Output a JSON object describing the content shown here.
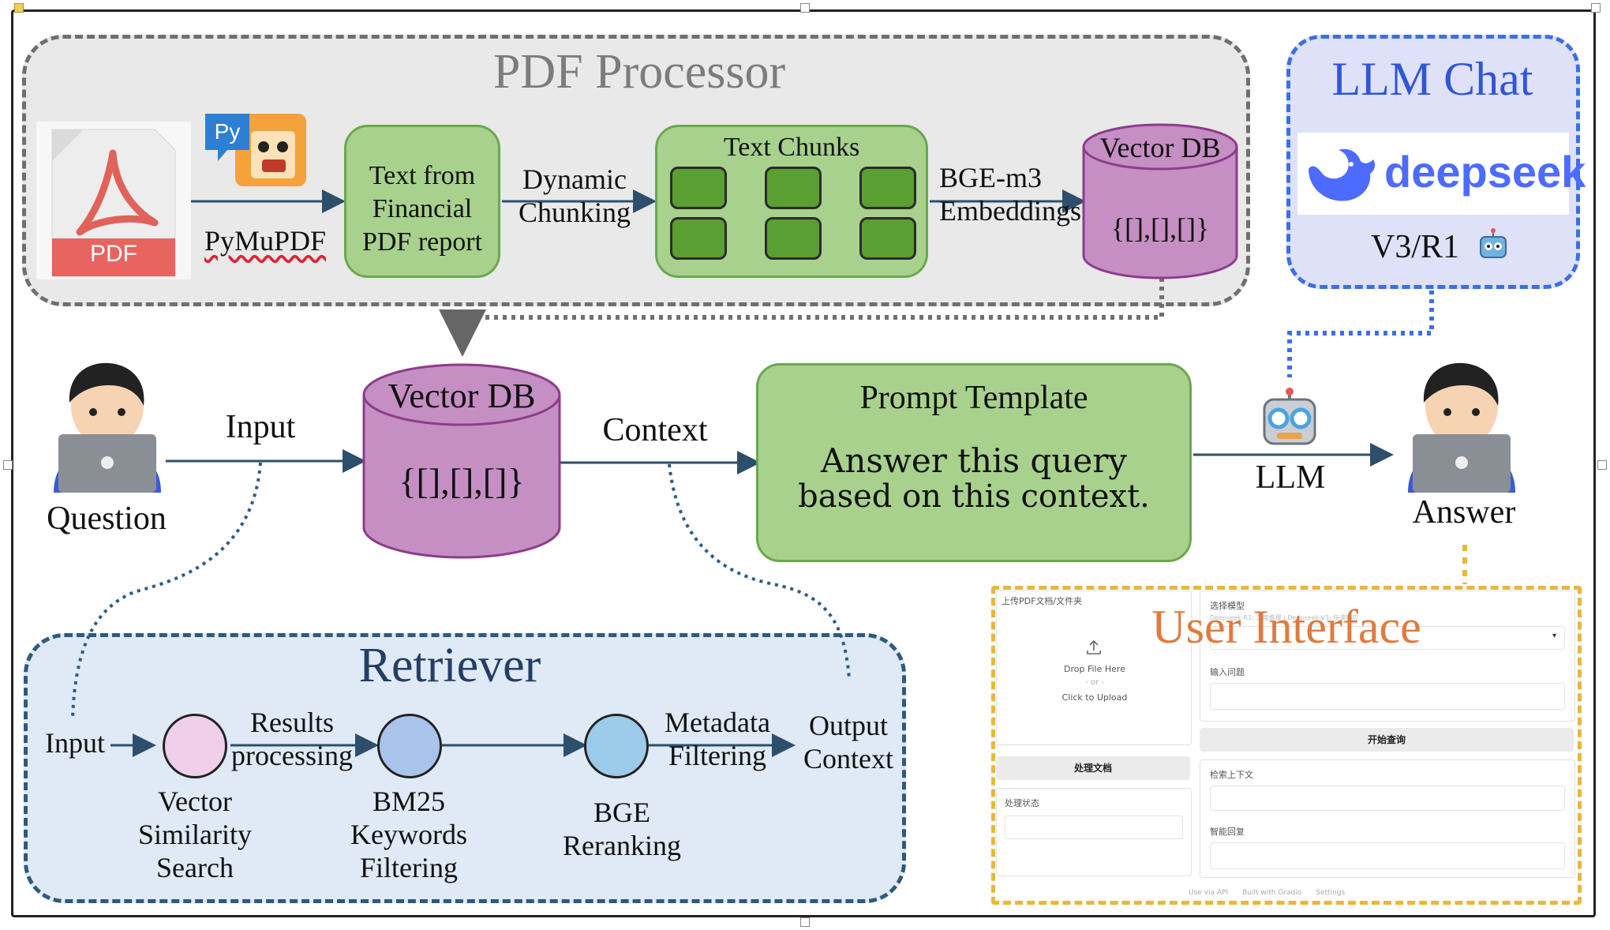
{
  "pdf_processor": {
    "title": "PDF Processor",
    "pdf_icon_label": "PDF",
    "tool_badge": "Py",
    "tool_label": "PyMuPDF",
    "text_box_lines": [
      "Text from",
      "Financial",
      "PDF report"
    ],
    "chunking_label_lines": [
      "Dynamic",
      "Chunking"
    ],
    "chunks_title": "Text Chunks",
    "embedding_label_lines": [
      "BGE-m3",
      "Embeddings"
    ],
    "vector_db_title": "Vector DB",
    "vector_db_content": "{[],[],[]}"
  },
  "llm_chat": {
    "title": "LLM Chat",
    "brand": "deepseek",
    "version": "V3/R1"
  },
  "main_flow": {
    "question_label": "Question",
    "input_label": "Input",
    "vector_db_title": "Vector DB",
    "vector_db_content": "{[],[],[]}",
    "context_label": "Context",
    "prompt_title": "Prompt Template",
    "prompt_text_lines": [
      "Answer this query",
      "based on this context."
    ],
    "llm_label": "LLM",
    "answer_label": "Answer"
  },
  "retriever": {
    "title": "Retriever",
    "input_label": "Input",
    "step1_arrow_lines": [
      "Results",
      "processing"
    ],
    "step1_label_lines": [
      "Vector",
      "Similarity",
      "Search"
    ],
    "step2_label_lines": [
      "BM25",
      "Keywords",
      "Filtering"
    ],
    "step3_label_lines": [
      "BGE",
      "Reranking"
    ],
    "step3_arrow_lines": [
      "Metadata",
      "Filtering"
    ],
    "output_label_lines": [
      "Output",
      "Context"
    ],
    "colors": {
      "step1": "#efcfe9",
      "step2": "#a9c4ea",
      "step3": "#9ccbea"
    }
  },
  "user_interface": {
    "title": "User Interface",
    "upload_tab": "上传PDF文档/文件夹",
    "drop_text": "Drop File Here",
    "or_text": "- or -",
    "click_text": "Click to Upload",
    "process_button": "处理文档",
    "status_label": "处理状态",
    "model_label": "选择模型",
    "model_options_hint": "Deepseek-R1: 深度推理 | Deepseek-V3: 快速响应",
    "question_label": "输入问题",
    "query_button": "开始查询",
    "context_label": "检索上下文",
    "reply_label": "智能回复",
    "footer_items": [
      "Use via API",
      "Built with Gradio",
      "Settings"
    ]
  },
  "icons": [
    "pdf-file-icon",
    "pymupdf-logo",
    "person-laptop-icon",
    "robot-icon",
    "deepseek-whale-logo",
    "upload-icon"
  ]
}
